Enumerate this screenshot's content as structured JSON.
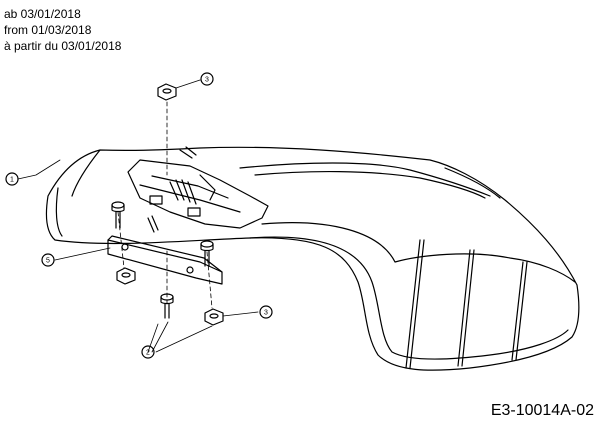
{
  "header": {
    "lines": [
      "ab 03/01/2018",
      "from 01/03/2018",
      "à partir du 03/01/2018"
    ]
  },
  "diagram_code": "E3-10014A-02",
  "callouts": [
    "1",
    "2",
    "3",
    "3",
    "5"
  ]
}
